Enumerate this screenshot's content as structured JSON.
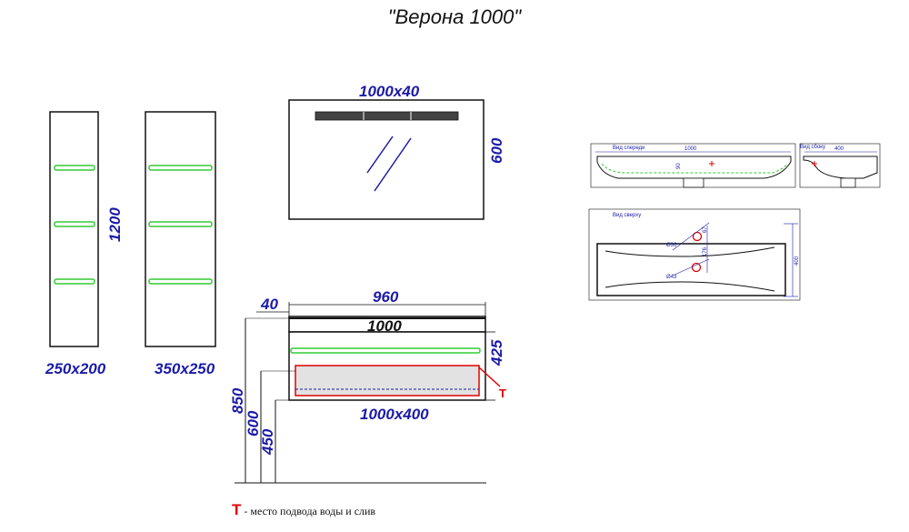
{
  "title": "\"Верона 1000\"",
  "pencil_cases": [
    {
      "label": "250x200"
    },
    {
      "label": "350x250"
    }
  ],
  "height_label": "1200",
  "mirror": {
    "width_label": "1000x40",
    "height_label": "600"
  },
  "cabinet": {
    "dims": {
      "left": "40",
      "top": "960",
      "washbasin": "1000",
      "side": "425",
      "bottom": "1000x400"
    },
    "heights": [
      "850",
      "600",
      "450"
    ],
    "marker": "T"
  },
  "legend": {
    "marker": "T",
    "text": "- место подвода воды и слив"
  },
  "basin_views": {
    "front": {
      "caption": "Вид спереди",
      "width": "1000",
      "depth": "90"
    },
    "side": {
      "caption": "Вид сбоку",
      "width": "400"
    },
    "top": {
      "caption": "Вид сверху",
      "hole1": "Ø36",
      "hole2": "Ø43",
      "dim1": "67",
      "dim2": "176",
      "depth": "400"
    }
  },
  "colors": {
    "dimension": "#1b1ba8",
    "marker": "#e00000",
    "light": "#33cc33",
    "outline": "#111111"
  }
}
